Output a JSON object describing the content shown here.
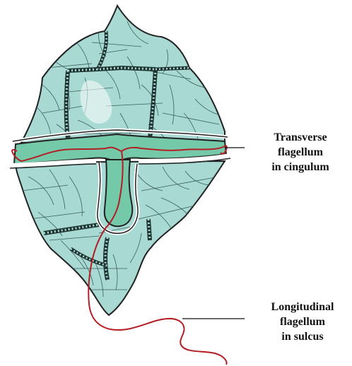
{
  "colors": {
    "cell_fill": "#a8d9d3",
    "cell_outline": "#222222",
    "plate_lines": "#3b5e5b",
    "groove_fill": "#74c9a8",
    "flagellum": "#b21e23",
    "suture": "#1f3331"
  },
  "labels": {
    "transverse": {
      "line1": "Transverse",
      "line2": "flagellum",
      "line3": "in cingulum"
    },
    "longitudinal": {
      "line1": "Longitudinal",
      "line2": "flagellum",
      "line3": "in sulcus"
    }
  }
}
